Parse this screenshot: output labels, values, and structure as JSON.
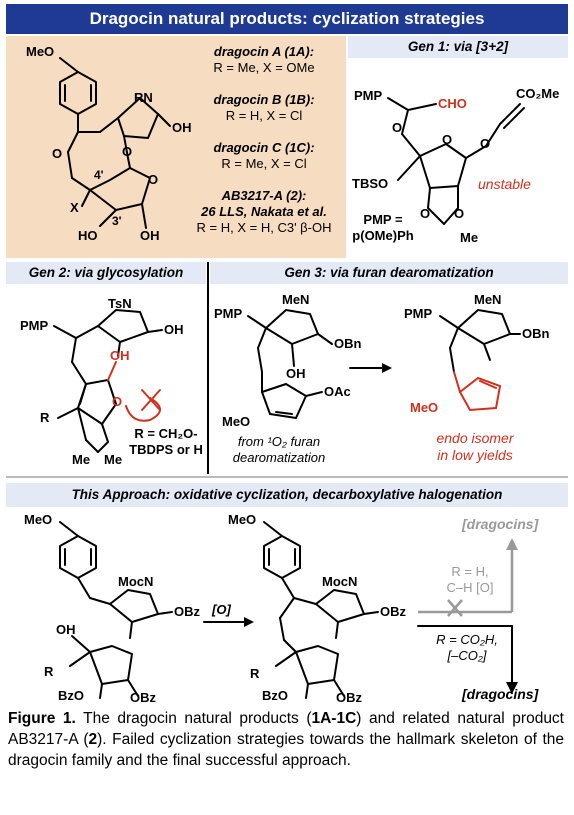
{
  "title": "Dragocin natural products: cyclization strategies",
  "sections": {
    "gen1": "Gen 1: via [3+2]",
    "gen2": "Gen 2: via glycosylation",
    "gen3": "Gen 3: via furan dearomatization",
    "this": "This Approach: oxidative cyclization, decarboxylative halogenation"
  },
  "compounds": {
    "a_name": "dragocin A (1A):",
    "a_sub": "R = Me, X = OMe",
    "b_name": "dragocin B (1B):",
    "b_sub": "R = H, X = Cl",
    "c_name": "dragocin C (1C):",
    "c_sub": "R = Me, X = Cl",
    "d_name": "AB3217-A (2):",
    "d_line2": "26 LLS, Nakata et al.",
    "d_sub": "R = H, X = H, C3' β-OH"
  },
  "labels": {
    "meo": "MeO",
    "rn": "RN",
    "oh": "OH",
    "ho": "HO",
    "o": "O",
    "x": "X",
    "r": "R",
    "pos4": "4'",
    "pos3": "3'",
    "pmp": "PMP",
    "cho": "CHO",
    "co2me": "CO₂Me",
    "tbso": "TBSO",
    "me": "Me",
    "pmp_def1": "PMP =",
    "pmp_def2": "p(OMe)Ph",
    "unstable": "unstable",
    "tsn": "TsN",
    "r_def1": "R = CH₂O-",
    "r_def2": "TBDPS or H",
    "men": "MeN",
    "obn": "OBn",
    "oac": "OAc",
    "from1": "from ¹O₂ furan",
    "from2": "dearomatization",
    "endo1": "endo isomer",
    "endo2": "in low yields",
    "mocn": "MocN",
    "obz": "OBz",
    "bzo": "BzO",
    "ox": "[O]",
    "dragocins": "[dragocins]",
    "path_up1": "R = H,",
    "path_up2": "C–H [O]",
    "path_down1": "R = CO₂H,",
    "path_down2": "[–CO₂]"
  },
  "caption": {
    "lead": "Figure 1.",
    "p1": " The dragocin natural products (",
    "b1": "1A-1C",
    "p2": ") and related natural product AB3217-A (",
    "b2": "2",
    "p3": "). Failed cyclization strategies towards the hallmark skeleton of the dragocin family and the final successful approach."
  },
  "colors": {
    "title_bg": "#1f3a93",
    "header_bg": "#e3eaf6",
    "peach": "#f6dcc0",
    "accent_red": "#d0311f"
  }
}
